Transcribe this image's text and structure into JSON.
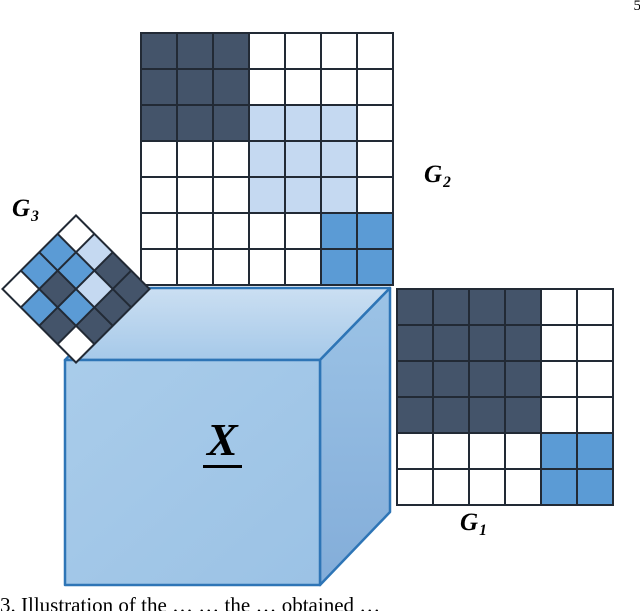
{
  "figure": {
    "caption": "3. Illustration of the … … the … obtained …",
    "corner_fragment": "5"
  },
  "labels": {
    "tensor": "X",
    "g1": {
      "base": "G",
      "sub": "1"
    },
    "g2": {
      "base": "G",
      "sub": "2"
    },
    "g3": {
      "base": "G",
      "sub": "3"
    }
  },
  "colors": {
    "dark_cell": "#44546A",
    "medium_cell": "#5B9BD5",
    "light_cell": "#C5D9F1",
    "white_cell": "#FFFFFF",
    "grid_line": "#222A35",
    "cube_edge": "#2E75B6",
    "cube_top_light": "#CBDFF2",
    "cube_top_dark": "#A6C9E9",
    "cube_front_light": "#A9CCEA",
    "cube_front_dark": "#9BC2E5",
    "cube_right_light": "#9CC3E6",
    "cube_right_dark": "#83ADD9",
    "label_text": "#000000"
  },
  "grids": {
    "color_key": {
      "D": "dark_cell",
      "M": "medium_cell",
      "L": "light_cell",
      "W": "white_cell"
    },
    "g2": {
      "rows": 7,
      "cols": 7,
      "matrix": [
        [
          "D",
          "D",
          "D",
          "W",
          "W",
          "W",
          "W"
        ],
        [
          "D",
          "D",
          "D",
          "W",
          "W",
          "W",
          "W"
        ],
        [
          "D",
          "D",
          "D",
          "L",
          "L",
          "L",
          "W"
        ],
        [
          "W",
          "W",
          "W",
          "L",
          "L",
          "L",
          "W"
        ],
        [
          "W",
          "W",
          "W",
          "L",
          "L",
          "L",
          "W"
        ],
        [
          "W",
          "W",
          "W",
          "W",
          "W",
          "M",
          "M"
        ],
        [
          "W",
          "W",
          "W",
          "W",
          "W",
          "M",
          "M"
        ]
      ]
    },
    "g1": {
      "rows": 6,
      "cols": 6,
      "matrix": [
        [
          "D",
          "D",
          "D",
          "D",
          "W",
          "W"
        ],
        [
          "D",
          "D",
          "D",
          "D",
          "W",
          "W"
        ],
        [
          "D",
          "D",
          "D",
          "D",
          "W",
          "W"
        ],
        [
          "D",
          "D",
          "D",
          "D",
          "W",
          "W"
        ],
        [
          "W",
          "W",
          "W",
          "W",
          "M",
          "M"
        ],
        [
          "W",
          "W",
          "W",
          "W",
          "M",
          "M"
        ]
      ]
    },
    "g3": {
      "rows": 4,
      "cols": 4,
      "matrix": [
        [
          "W",
          "L",
          "D",
          "D"
        ],
        [
          "M",
          "M",
          "L",
          "D"
        ],
        [
          "M",
          "D",
          "M",
          "D"
        ],
        [
          "W",
          "M",
          "D",
          "W"
        ]
      ]
    }
  }
}
